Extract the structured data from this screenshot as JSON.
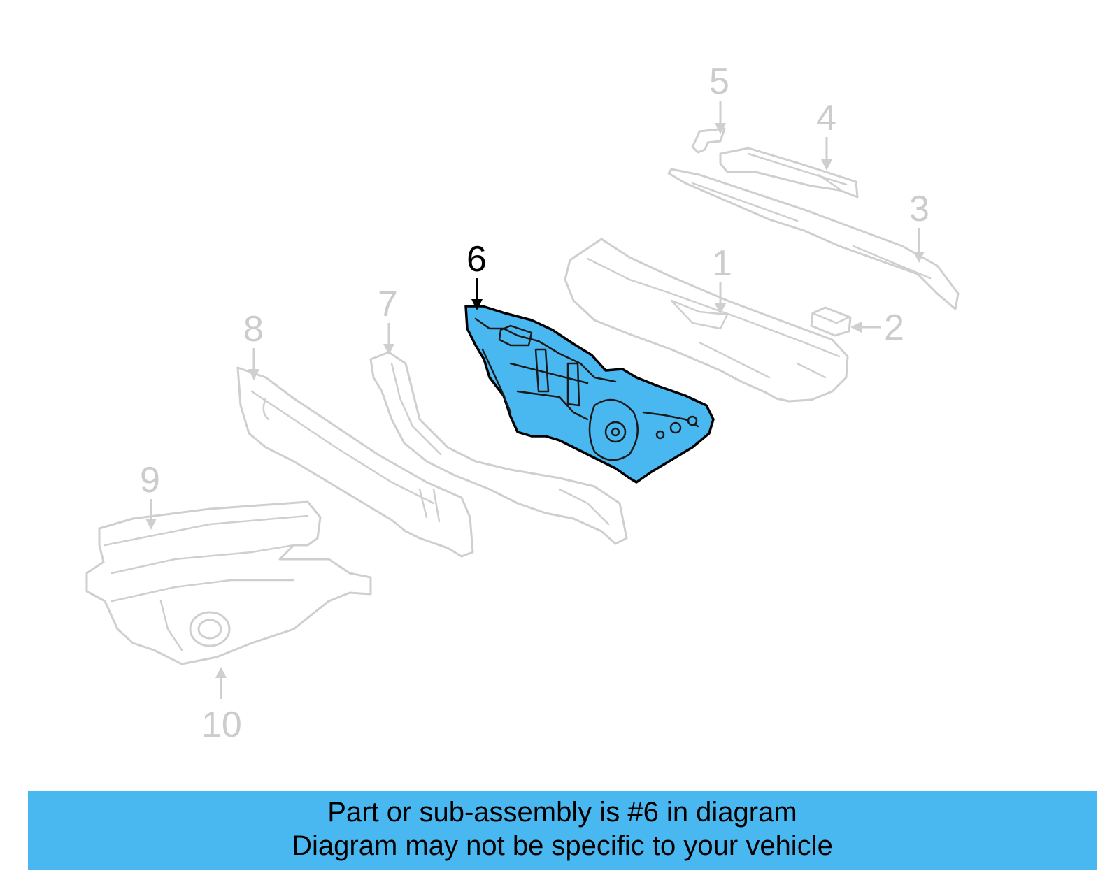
{
  "callouts": {
    "c1": "1",
    "c2": "2",
    "c3": "3",
    "c4": "4",
    "c5": "5",
    "c6": "6",
    "c7": "7",
    "c8": "8",
    "c9": "9",
    "c10": "10"
  },
  "highlighted_part": "6",
  "colors": {
    "highlight": "#4ab8f0",
    "ghost": "#cfcfcf",
    "banner": "#4ab8f0"
  },
  "banner": {
    "line1": "Part or sub-assembly is #6 in diagram",
    "line2": "Diagram may not be specific to your vehicle"
  }
}
